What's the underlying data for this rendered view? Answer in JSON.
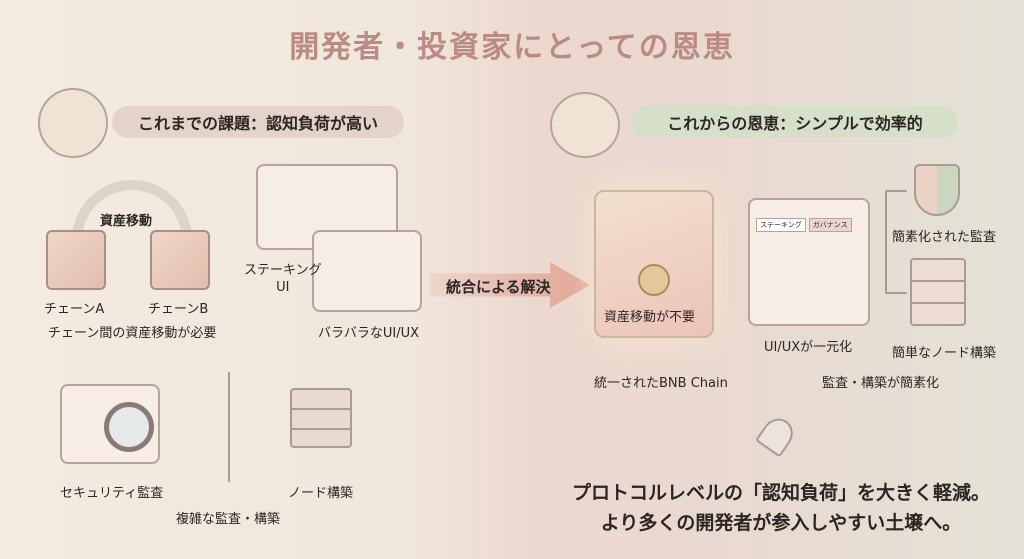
{
  "title": "開発者・投資家にとっての恩恵",
  "left": {
    "heading": "これまでの課題：認知負荷が高い",
    "asset_move": "資産移動",
    "chain_a": "チェーンA",
    "chain_b": "チェーンB",
    "chain_caption": "チェーン間の資産移動が必要",
    "staking_ui": "ステーキング\nUI",
    "ui_caption": "バラバラなUI/UX",
    "security": "セキュリティ監査",
    "node": "ノード構築",
    "complex_caption": "複雑な監査・構築"
  },
  "middle": {
    "arrow_label": "統合による解決"
  },
  "right": {
    "heading": "これからの恩恵：シンプルで効率的",
    "no_asset_move": "資産移動が不要",
    "unified_chain": "統一されたBNB Chain",
    "tabs": [
      "ステーキング",
      "ガバナンス"
    ],
    "ui_unified": "UI/UXが一元化",
    "audit": "簡素化された監査",
    "node": "簡単なノード構築",
    "simplified_caption": "監査・構築が簡素化"
  },
  "bottom": {
    "line1": "プロトコルレベルの「認知負荷」を大きく軽減。",
    "line2": "より多くの開発者が参入しやすい土壌へ。"
  },
  "colors": {
    "title": "#b98b84",
    "left_pill": "#e3d3c8",
    "right_pill": "#d6dfc9"
  }
}
